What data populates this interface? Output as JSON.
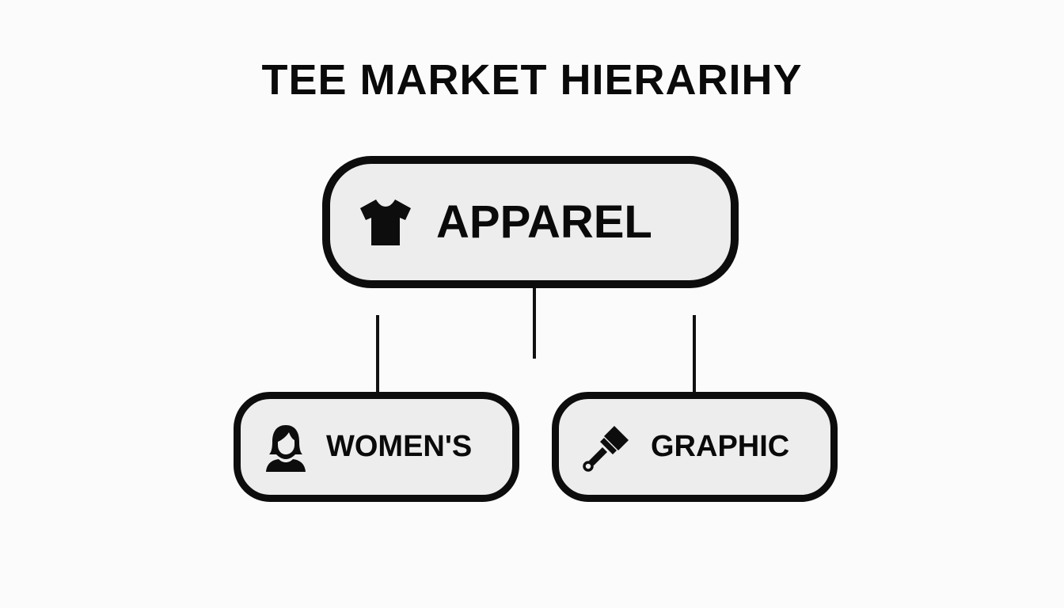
{
  "title": "TEE MARKET HIERARIHY",
  "root": {
    "label": "APPAREL",
    "icon": "tshirt-icon"
  },
  "children": [
    {
      "label": "WOMEN'S",
      "icon": "woman-icon"
    },
    {
      "label": "GRAPHIC",
      "icon": "paintbrush-icon"
    }
  ],
  "colors": {
    "stroke": "#0d0d0d",
    "node_fill": "#ededed",
    "background": "#fbfbfb"
  }
}
